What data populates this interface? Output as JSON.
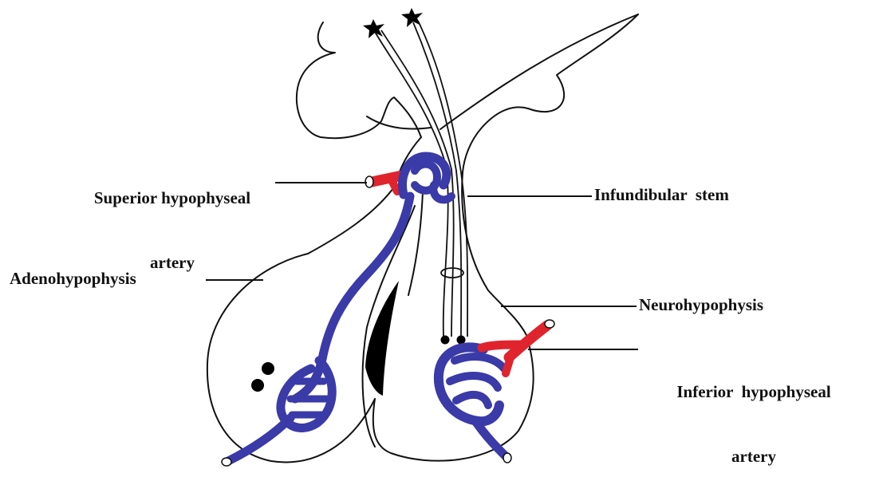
{
  "labels": {
    "superior_line1": "Superior hypophyseal",
    "superior_line2": "artery",
    "adenohypophysis": "Adenohypophysis",
    "infundibular_stem": "Infundibular  stem",
    "neurohypophysis": "Neurohypophysis",
    "inferior_line1": "Inferior  hypophyseal",
    "inferior_line2": "artery"
  },
  "colors": {
    "portal_vessels": "#3a3aa8",
    "arteries": "#e0242e",
    "outline": "#111111",
    "background": "#ffffff"
  }
}
